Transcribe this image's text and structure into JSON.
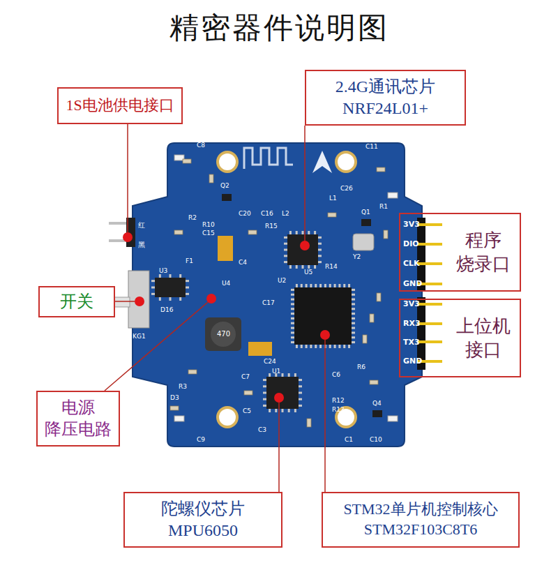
{
  "diagram": {
    "title": "精密器件说明图",
    "nodes": [
      {
        "text": [
          "2.4G通讯芯片",
          "NRF24L01+"
        ]
      },
      {
        "text": [
          "1S电池供电接口"
        ]
      },
      {
        "text": [
          "程序 烧录口"
        ]
      },
      {
        "text": [
          "开关"
        ]
      },
      {
        "text": [
          "上位机 接口"
        ]
      },
      {
        "text": [
          "电源 降压电路"
        ]
      },
      {
        "text": [
          "陀螺仪芯片",
          "MPU6050"
        ]
      },
      {
        "text": [
          "STM32单片机控制核心",
          "STM32F103C8T6"
        ]
      }
    ],
    "labels": [
      "C8",
      "C11",
      "Q2",
      "L1",
      "C26",
      "R1",
      "Q1",
      "R2",
      "C20",
      "C16",
      "L2",
      "R15",
      "R10",
      "红",
      "黑",
      "3V3",
      "C15",
      "DIO",
      "U5",
      "R14",
      "Y2",
      "CLK",
      "C4",
      "F1",
      "U3",
      "GND",
      "U4",
      "U2",
      "C17",
      "3V3",
      "D16",
      "RX3",
      "KG1",
      "470",
      "TX3",
      "C24",
      "GND",
      "R6",
      "C7",
      "U1",
      "C6",
      "R3",
      "D3",
      "R12",
      "Q4",
      "R13",
      "C5",
      "C3",
      "C9",
      "C1",
      "C10"
    ]
  }
}
